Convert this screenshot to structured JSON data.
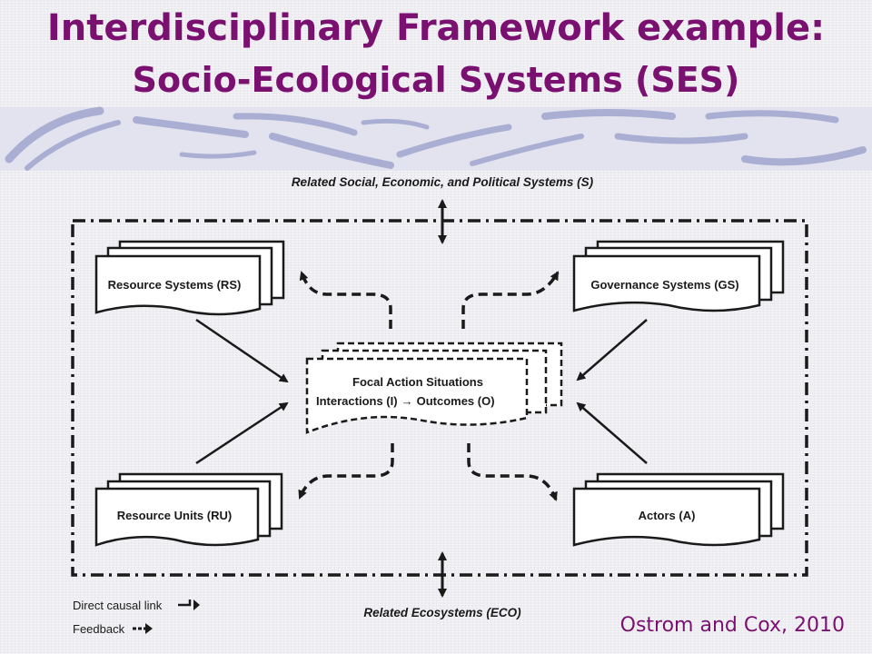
{
  "title": {
    "line1": "Interdisciplinary Framework example:",
    "line2": "Socio-Ecological Systems (SES)"
  },
  "diagram": {
    "top_label": "Related Social, Economic, and Political Systems (S)",
    "bottom_label": "Related Ecosystems (ECO)",
    "resource_systems": "Resource Systems (RS)",
    "governance_systems": "Governance Systems (GS)",
    "resource_units": "Resource Units (RU)",
    "actors": "Actors (A)",
    "focal_title": "Focal Action Situations",
    "focal_interactions": "Interactions (I)",
    "focal_arrow": "→",
    "focal_outcomes": "Outcomes (O)"
  },
  "legend": {
    "direct": "Direct causal link",
    "feedback": "Feedback"
  },
  "citation": "Ostrom and Cox, 2010",
  "colors": {
    "title": "#7a1070",
    "swoosh": "#a9aed2",
    "ink": "#1a1a1a"
  }
}
